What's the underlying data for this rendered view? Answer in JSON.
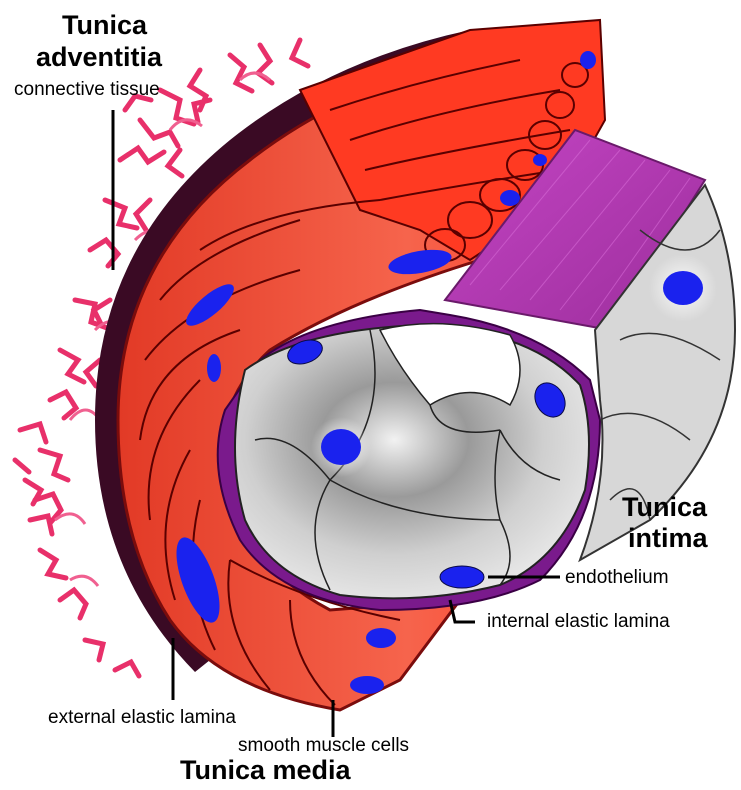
{
  "labels": {
    "tunica_adventitia_line1": "Tunica",
    "tunica_adventitia_line2": "adventitia",
    "connective_tissue": "connective tissue",
    "tunica_intima_line1": "Tunica",
    "tunica_intima_line2": "intima",
    "endothelium": "endothelium",
    "internal_elastic_lamina": "internal elastic lamina",
    "external_elastic_lamina": "external elastic lamina",
    "smooth_muscle_cells": "smooth muscle cells",
    "tunica_media": "Tunica media"
  },
  "colors": {
    "muscle_red": "#f4503a",
    "muscle_dark_outline": "#7a0c0c",
    "nucleus_blue": "#1a22ee",
    "lamina_purple": "#7a1a8c",
    "intima_magenta": "#b83ab8",
    "adventitia_pink": "#e8306a",
    "lumen_gray": "#b8b8b8",
    "background": "#ffffff"
  }
}
